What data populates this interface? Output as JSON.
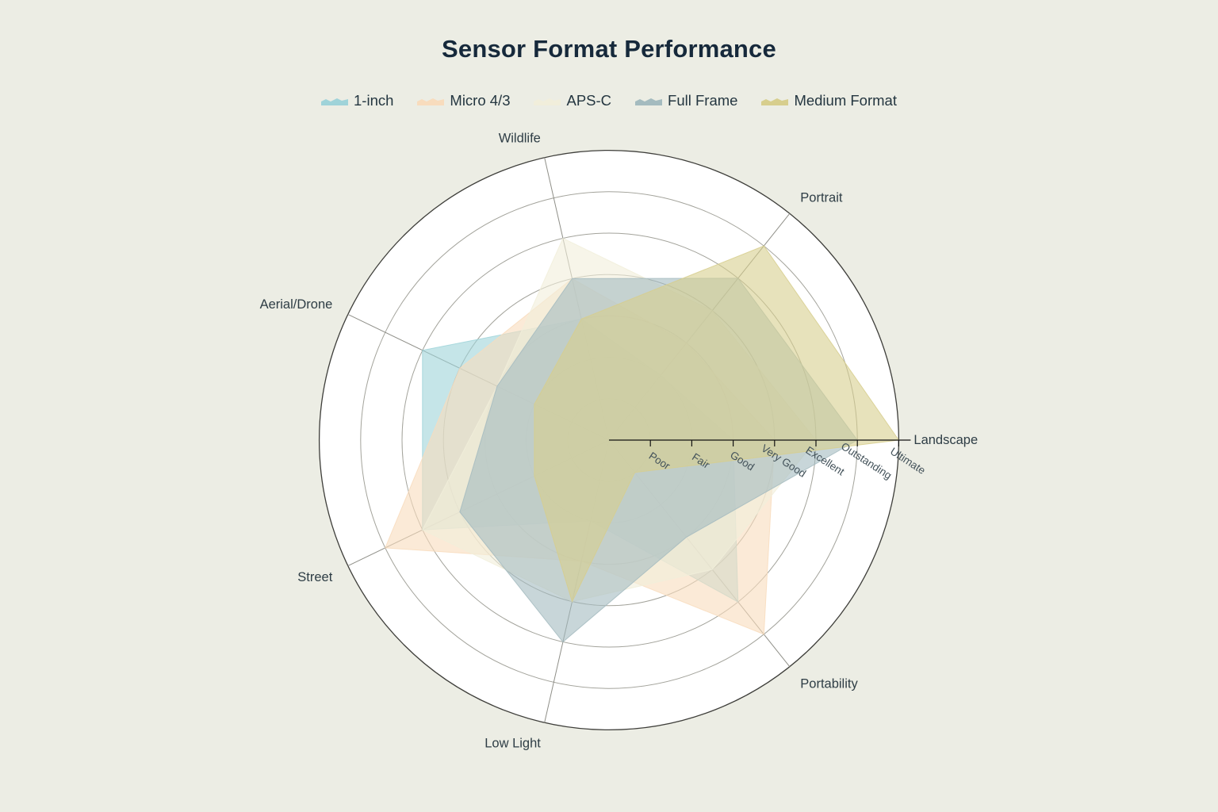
{
  "page": {
    "background": "#ecede4",
    "title": "Sensor Format Performance"
  },
  "chart_data": {
    "type": "radar",
    "title": "Sensor Format Performance",
    "categories": [
      "Landscape",
      "Portrait",
      "Wildlife",
      "Aerial/Drone",
      "Street",
      "Low Light",
      "Portability"
    ],
    "scale_labels": [
      "Poor",
      "Fair",
      "Good",
      "Very Good",
      "Excellent",
      "Outstanding",
      "Ultimate"
    ],
    "rmin": 0,
    "rmax": 7,
    "grid": "on",
    "legend_position": "top-center",
    "series": [
      {
        "name": "1-inch",
        "color": "#9fd3d9",
        "values": [
          3,
          2,
          3,
          5,
          5,
          2,
          5
        ]
      },
      {
        "name": "Micro 4/3",
        "color": "#f8dcbd",
        "values": [
          4,
          3,
          4,
          4,
          6,
          3,
          6
        ]
      },
      {
        "name": "APS-C",
        "color": "#f1eedb",
        "values": [
          5,
          4,
          5,
          3,
          5,
          4,
          4
        ]
      },
      {
        "name": "Full Frame",
        "color": "#a4bbbf",
        "values": [
          6,
          5,
          4,
          3,
          4,
          5,
          3
        ]
      },
      {
        "name": "Medium Format",
        "color": "#d7ce8d",
        "values": [
          7,
          6,
          3,
          2,
          2,
          4,
          1
        ]
      }
    ],
    "style": {
      "fill_opacity": 0.6,
      "plot_bg": "#ffffff",
      "ring_color": "#a3a39b",
      "outer_ring_color": "#3e3e3a",
      "spoke_color": "#8f8f88",
      "axis_line_color": "#111111",
      "category_label_color": "#2e3d45",
      "tick_label_color": "#43525a"
    }
  }
}
